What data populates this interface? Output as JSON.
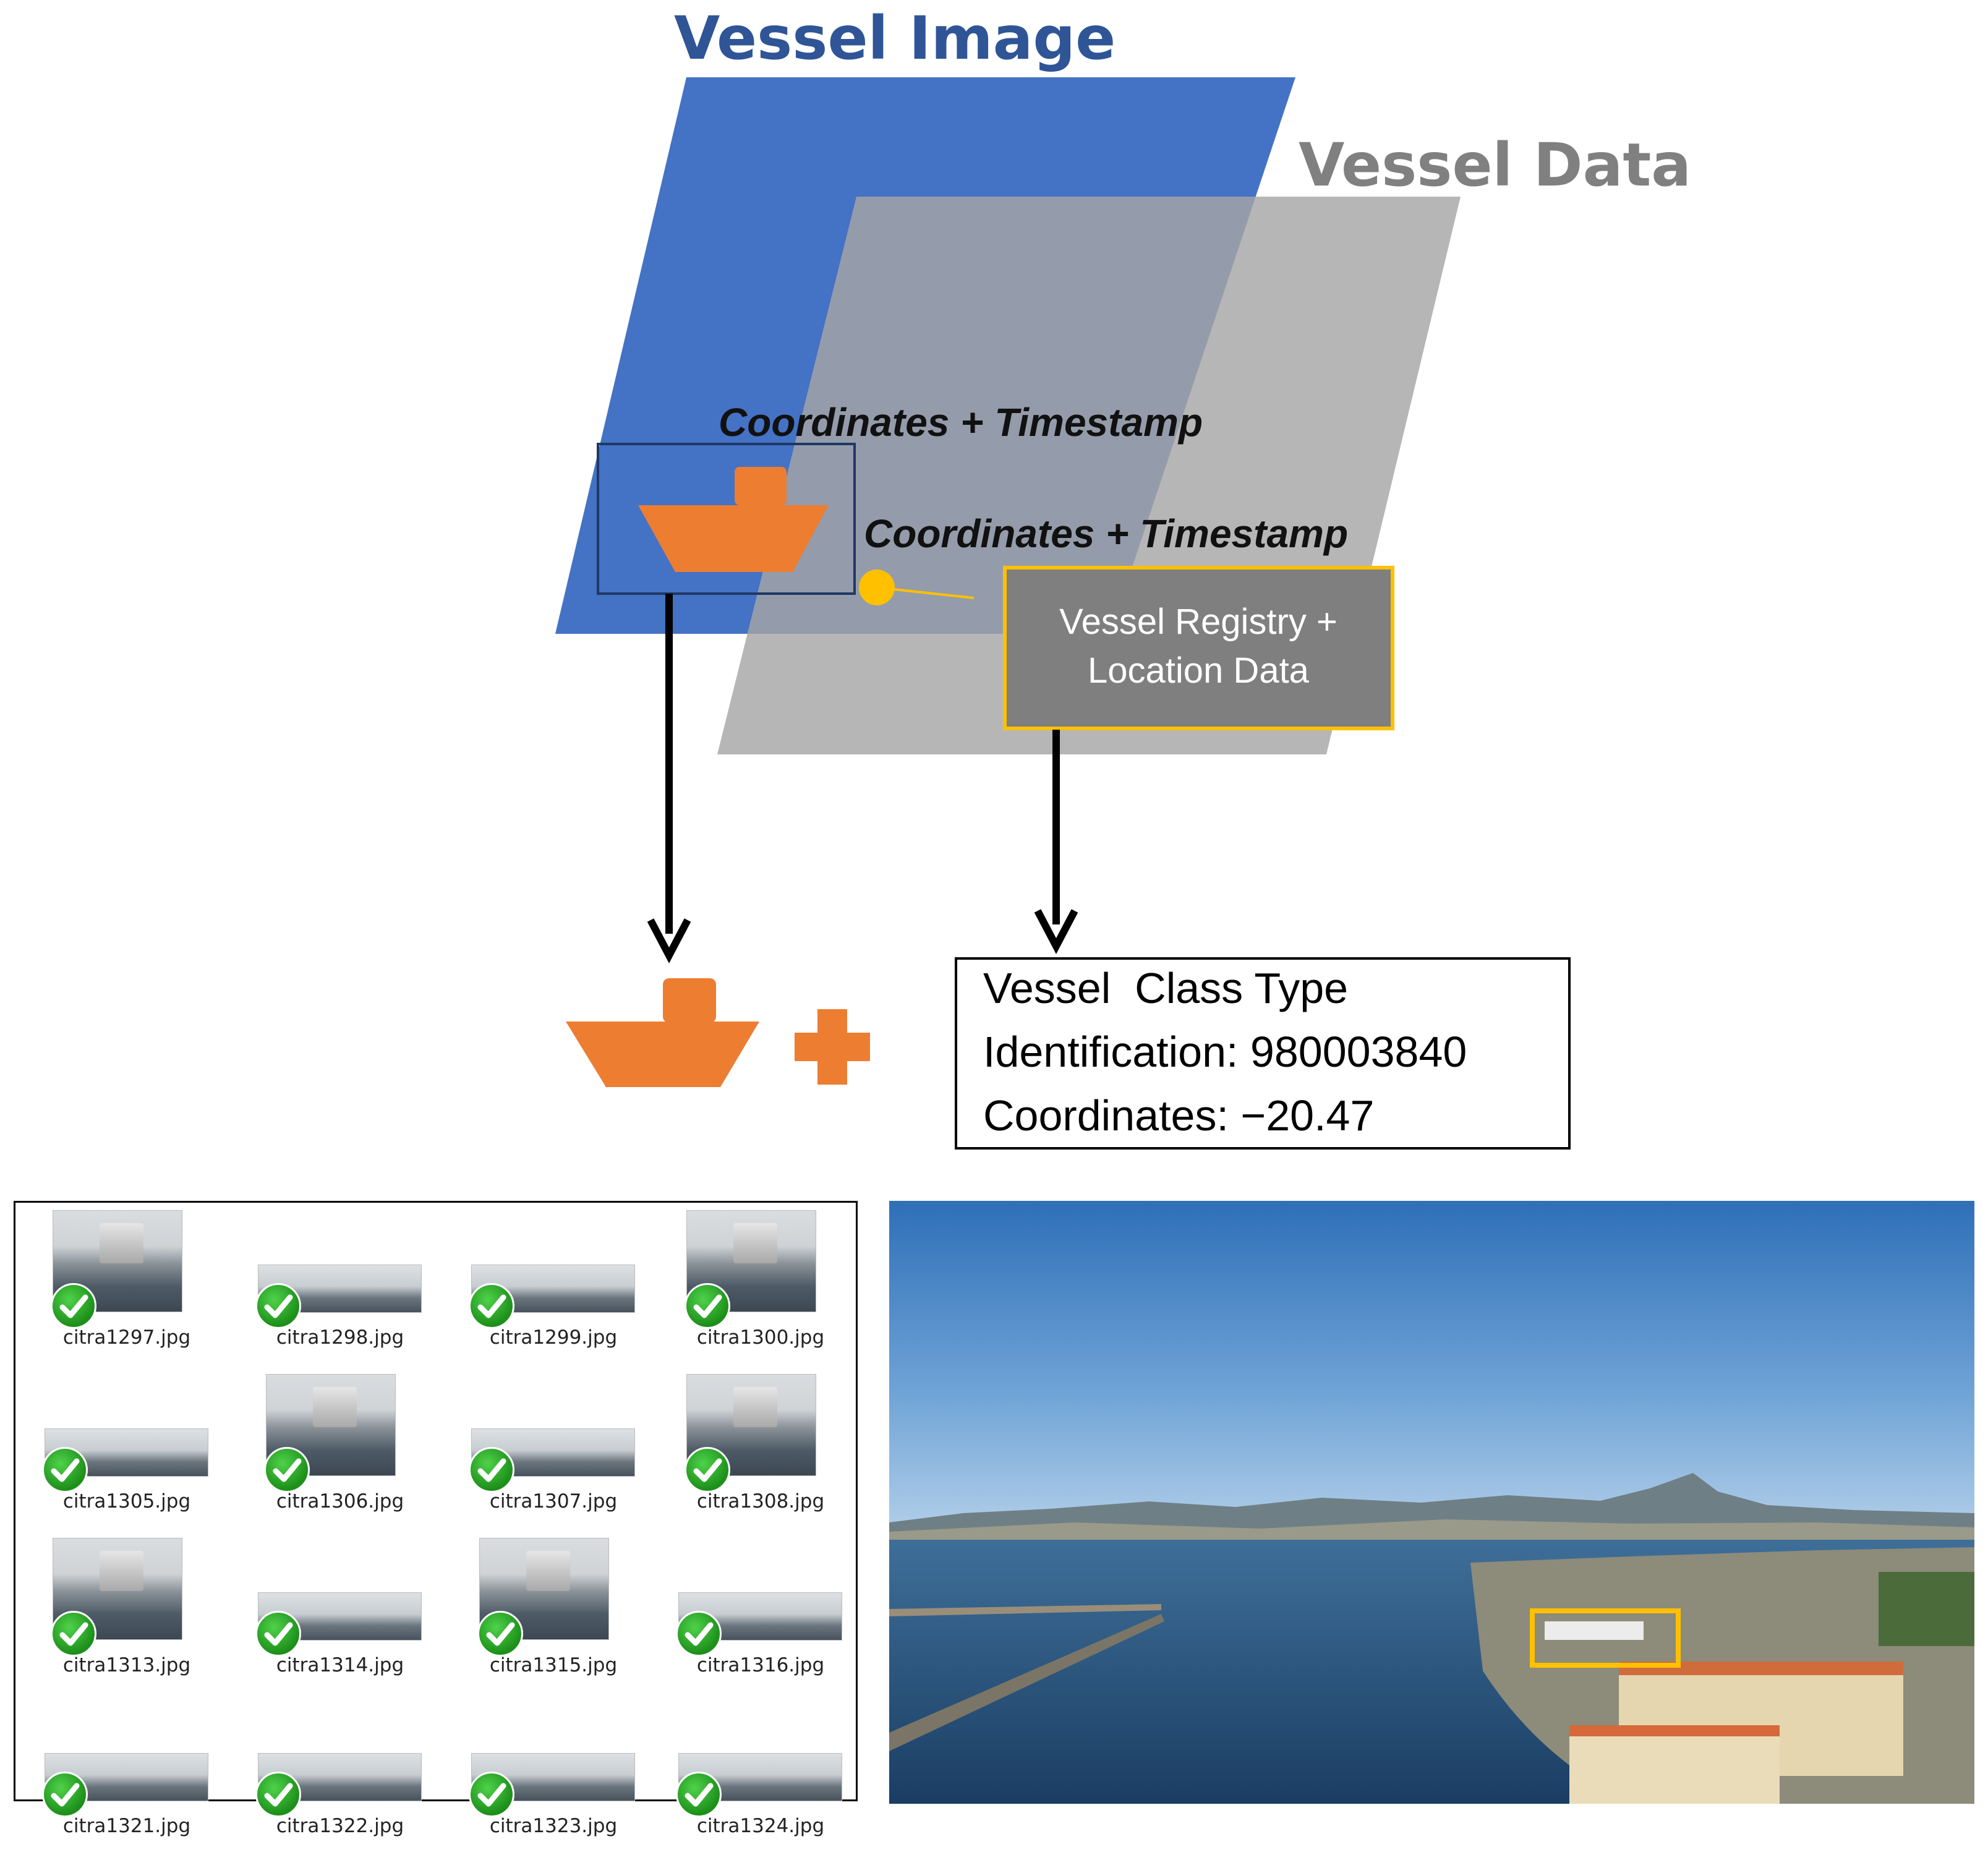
{
  "layers": {
    "image_title": "Vessel Image",
    "data_title": "Vessel Data",
    "image_color": "#4472C4",
    "data_color": "#A6A6A6"
  },
  "timestamps": {
    "label_1": "Coordinates + Timestamp",
    "label_2": "Coordinates + Timestamp"
  },
  "registry_box": {
    "line_1": "Vessel Registry +",
    "line_2": "Location Data",
    "border_color": "#FFC000"
  },
  "result": {
    "plus_icon": "plus-icon",
    "ship_icon": "ship-icon",
    "accent_color": "#ED7D31",
    "info_lines": [
      "Vessel  Class Type",
      "Identification: 980003840",
      "Coordinates: −20.47"
    ]
  },
  "files": [
    {
      "name": "citra1297.jpg",
      "kind": "tall"
    },
    {
      "name": "citra1298.jpg",
      "kind": "wide"
    },
    {
      "name": "citra1299.jpg",
      "kind": "wide"
    },
    {
      "name": "citra1300.jpg",
      "kind": "tall"
    },
    {
      "name": "citra1305.jpg",
      "kind": "wide"
    },
    {
      "name": "citra1306.jpg",
      "kind": "tall"
    },
    {
      "name": "citra1307.jpg",
      "kind": "wide"
    },
    {
      "name": "citra1308.jpg",
      "kind": "tall"
    },
    {
      "name": "citra1313.jpg",
      "kind": "tall"
    },
    {
      "name": "citra1314.jpg",
      "kind": "wide"
    },
    {
      "name": "citra1315.jpg",
      "kind": "tall"
    },
    {
      "name": "citra1316.jpg",
      "kind": "wide"
    },
    {
      "name": "citra1321.jpg",
      "kind": "wide"
    },
    {
      "name": "citra1322.jpg",
      "kind": "wide"
    },
    {
      "name": "citra1323.jpg",
      "kind": "wide"
    },
    {
      "name": "citra1324.jpg",
      "kind": "wide"
    }
  ],
  "photo": {
    "highlight_color": "#FFC000"
  }
}
